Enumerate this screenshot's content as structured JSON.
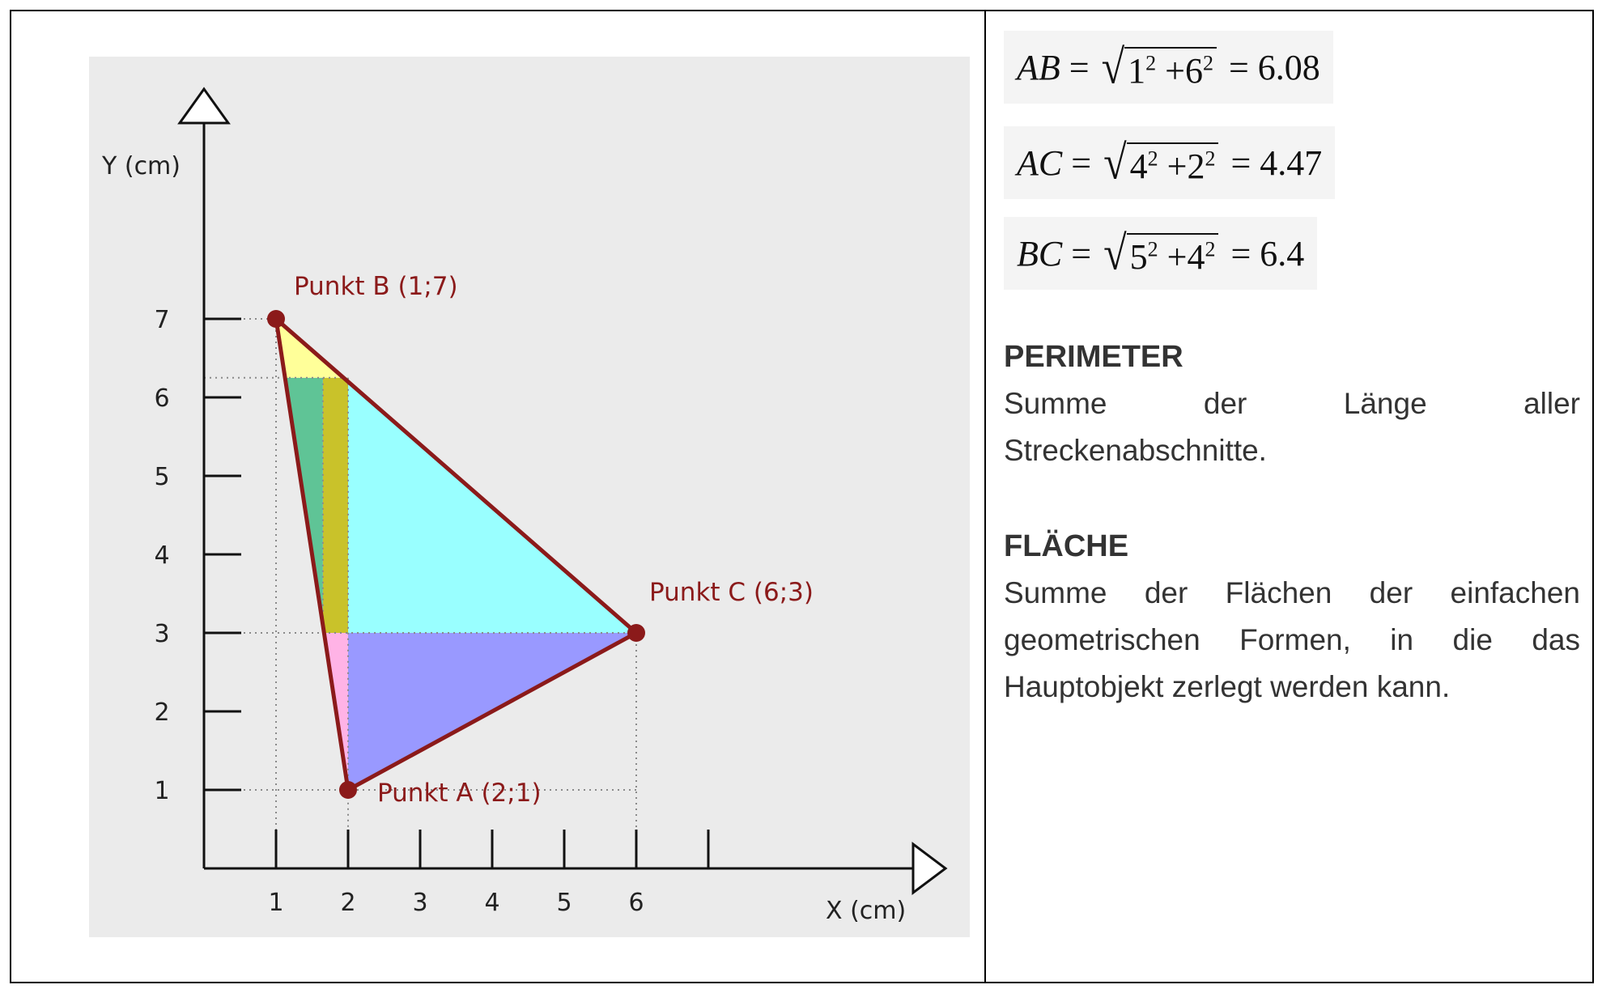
{
  "diagram": {
    "y_axis_label": "Y (cm)",
    "x_axis_label": "X (cm)",
    "x_ticks": [
      "1",
      "2",
      "3",
      "4",
      "5",
      "6"
    ],
    "y_ticks": [
      "1",
      "2",
      "3",
      "4",
      "5",
      "6",
      "7"
    ],
    "points": [
      {
        "id": "A",
        "label": "Punkt A (2;1)",
        "x": 2,
        "y": 1
      },
      {
        "id": "B",
        "label": "Punkt B (1;7)",
        "x": 1,
        "y": 7
      },
      {
        "id": "C",
        "label": "Punkt C (6;3)",
        "x": 6,
        "y": 3
      }
    ],
    "colors": {
      "background": "#ebebeb",
      "triangle_edge": "#8b1a1a",
      "region_cyan": "#99ffff",
      "region_blue": "#9999ff",
      "region_green": "#5fc496",
      "region_olive": "#c9c22a",
      "region_yellow": "#ffff99",
      "region_pink": "#ffb3e6"
    }
  },
  "formulas": [
    {
      "lhs": "AB",
      "a": "1",
      "b": "6",
      "result": "6.08"
    },
    {
      "lhs": "AC",
      "a": "4",
      "b": "2",
      "result": "4.47"
    },
    {
      "lhs": "BC",
      "a": "5",
      "b": "4",
      "result": "6.4"
    }
  ],
  "sections": {
    "perimeter": {
      "heading": "PERIMETER",
      "text": "Summe der Länge aller Streckenabschnitte."
    },
    "area": {
      "heading": "FLÄCHE",
      "text": "Summe der Flächen der einfachen geometrischen Formen, in die das Hauptobjekt zerlegt werden kann."
    }
  }
}
